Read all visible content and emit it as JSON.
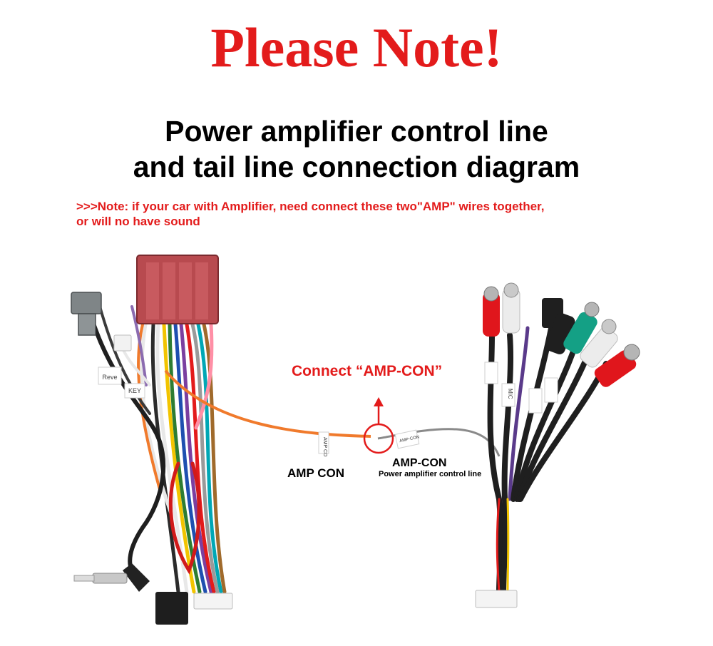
{
  "header": {
    "headline": "Please Note!",
    "subtitle_line1": "Power amplifier control line",
    "subtitle_line2": "and tail line connection diagram",
    "note_line1": ">>>Note: if your car with Amplifier, need connect these two\"AMP\" wires together,",
    "note_line2": "or will no have sound"
  },
  "diagram": {
    "connect_label": "Connect “AMP-CON”",
    "left_wire_label": "AMP CON",
    "right_wire_label": "AMP-CON",
    "right_wire_sublabel": "Power amplifier control line",
    "left_tag_text": "AMP CO",
    "right_tag_text": "AMP-CON",
    "small_tags": [
      "Reve",
      "KEY",
      "MIC"
    ]
  },
  "colors": {
    "accent_red": "#e31b1b",
    "connector_red": "#b84a4f",
    "wire_orange": "#f07a2c",
    "wire_gray": "#8a8a8a",
    "rca_red": "#e0161c",
    "rca_white": "#ececec",
    "rca_green": "#14a085"
  }
}
